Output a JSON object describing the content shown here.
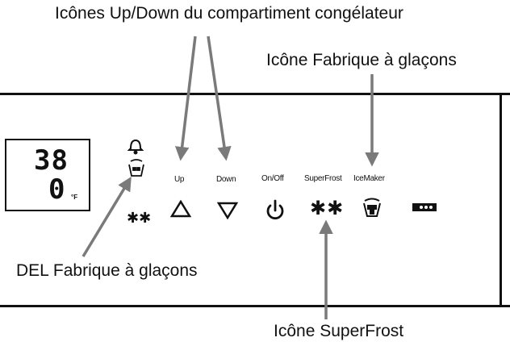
{
  "callouts": {
    "freezer_updown": "Icônes Up/Down du compartiment congélateur",
    "icemaker_icon": "Icône Fabrique à glaçons",
    "icemaker_led": "DEL Fabrique à glaçons",
    "superfrost_icon": "Icône SuperFrost"
  },
  "display": {
    "temperature": "38",
    "freezer_value": "0",
    "unit": "°F"
  },
  "buttons": {
    "up_label": "Up",
    "down_label": "Down",
    "onoff_label": "On/Off",
    "superfrost_label": "SuperFrost",
    "icemaker_label": "IceMaker"
  },
  "indicators": {
    "led_stars": "✱✱",
    "superfrost_stars": "✱✱"
  },
  "icons": [
    "bell-icon",
    "ice-bucket-icon",
    "up-triangle-icon",
    "down-triangle-icon",
    "power-icon",
    "ice-maker-icon",
    "lock-icon"
  ]
}
